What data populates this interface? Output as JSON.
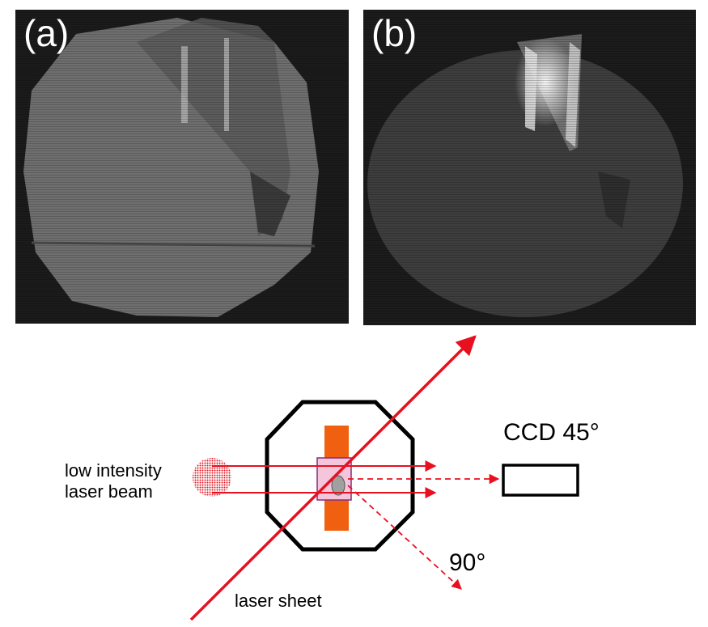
{
  "panels": [
    {
      "label": "(a)",
      "icon": "crystal-photo"
    },
    {
      "label": "(b)",
      "icon": "scattering-photo"
    }
  ],
  "diagram": {
    "beam_label_line1": "low intensity",
    "beam_label_line2": "laser  beam",
    "camera_label": "CCD 45°",
    "angle_label": "90°",
    "sheet_label": "laser   sheet"
  },
  "colors": {
    "laser": "#e8101f",
    "sample_holder": "#f06010",
    "chamber": "#000000",
    "cuvette": "#f3c6dc"
  }
}
